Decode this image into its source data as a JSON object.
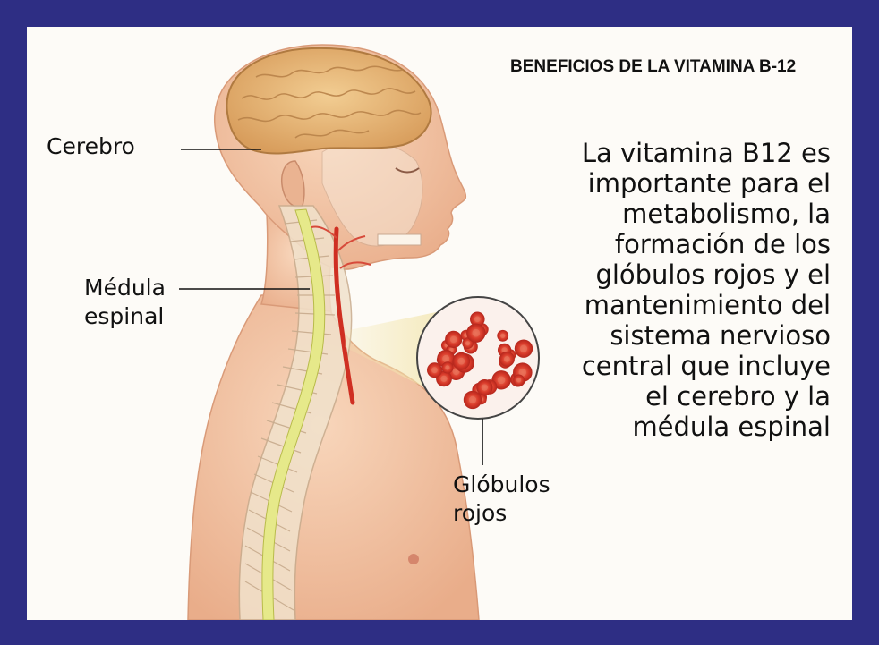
{
  "title": "BENEFICIOS DE LA VITAMINA B-12",
  "description_lines": [
    "La vitamina B12 es",
    "importante para el",
    "metabolismo, la",
    "formación de los",
    "glóbulos rojos y el",
    "mantenimiento del",
    "sistema nervioso",
    "central que incluye",
    "el cerebro y la",
    "médula espinal"
  ],
  "labels": {
    "brain": "Cerebro",
    "spinal_cord_line1": "Médula",
    "spinal_cord_line2": "espinal",
    "blood_cells_line1": "Glóbulos",
    "blood_cells_line2": "rojos"
  },
  "colors": {
    "frame": "#2e2e84",
    "background": "#fdfbf7",
    "skin": "#f3c7a6",
    "brain": "#e9b878",
    "spinal_cord": "#e6e98a",
    "blood_cell": "#d83a2a"
  }
}
